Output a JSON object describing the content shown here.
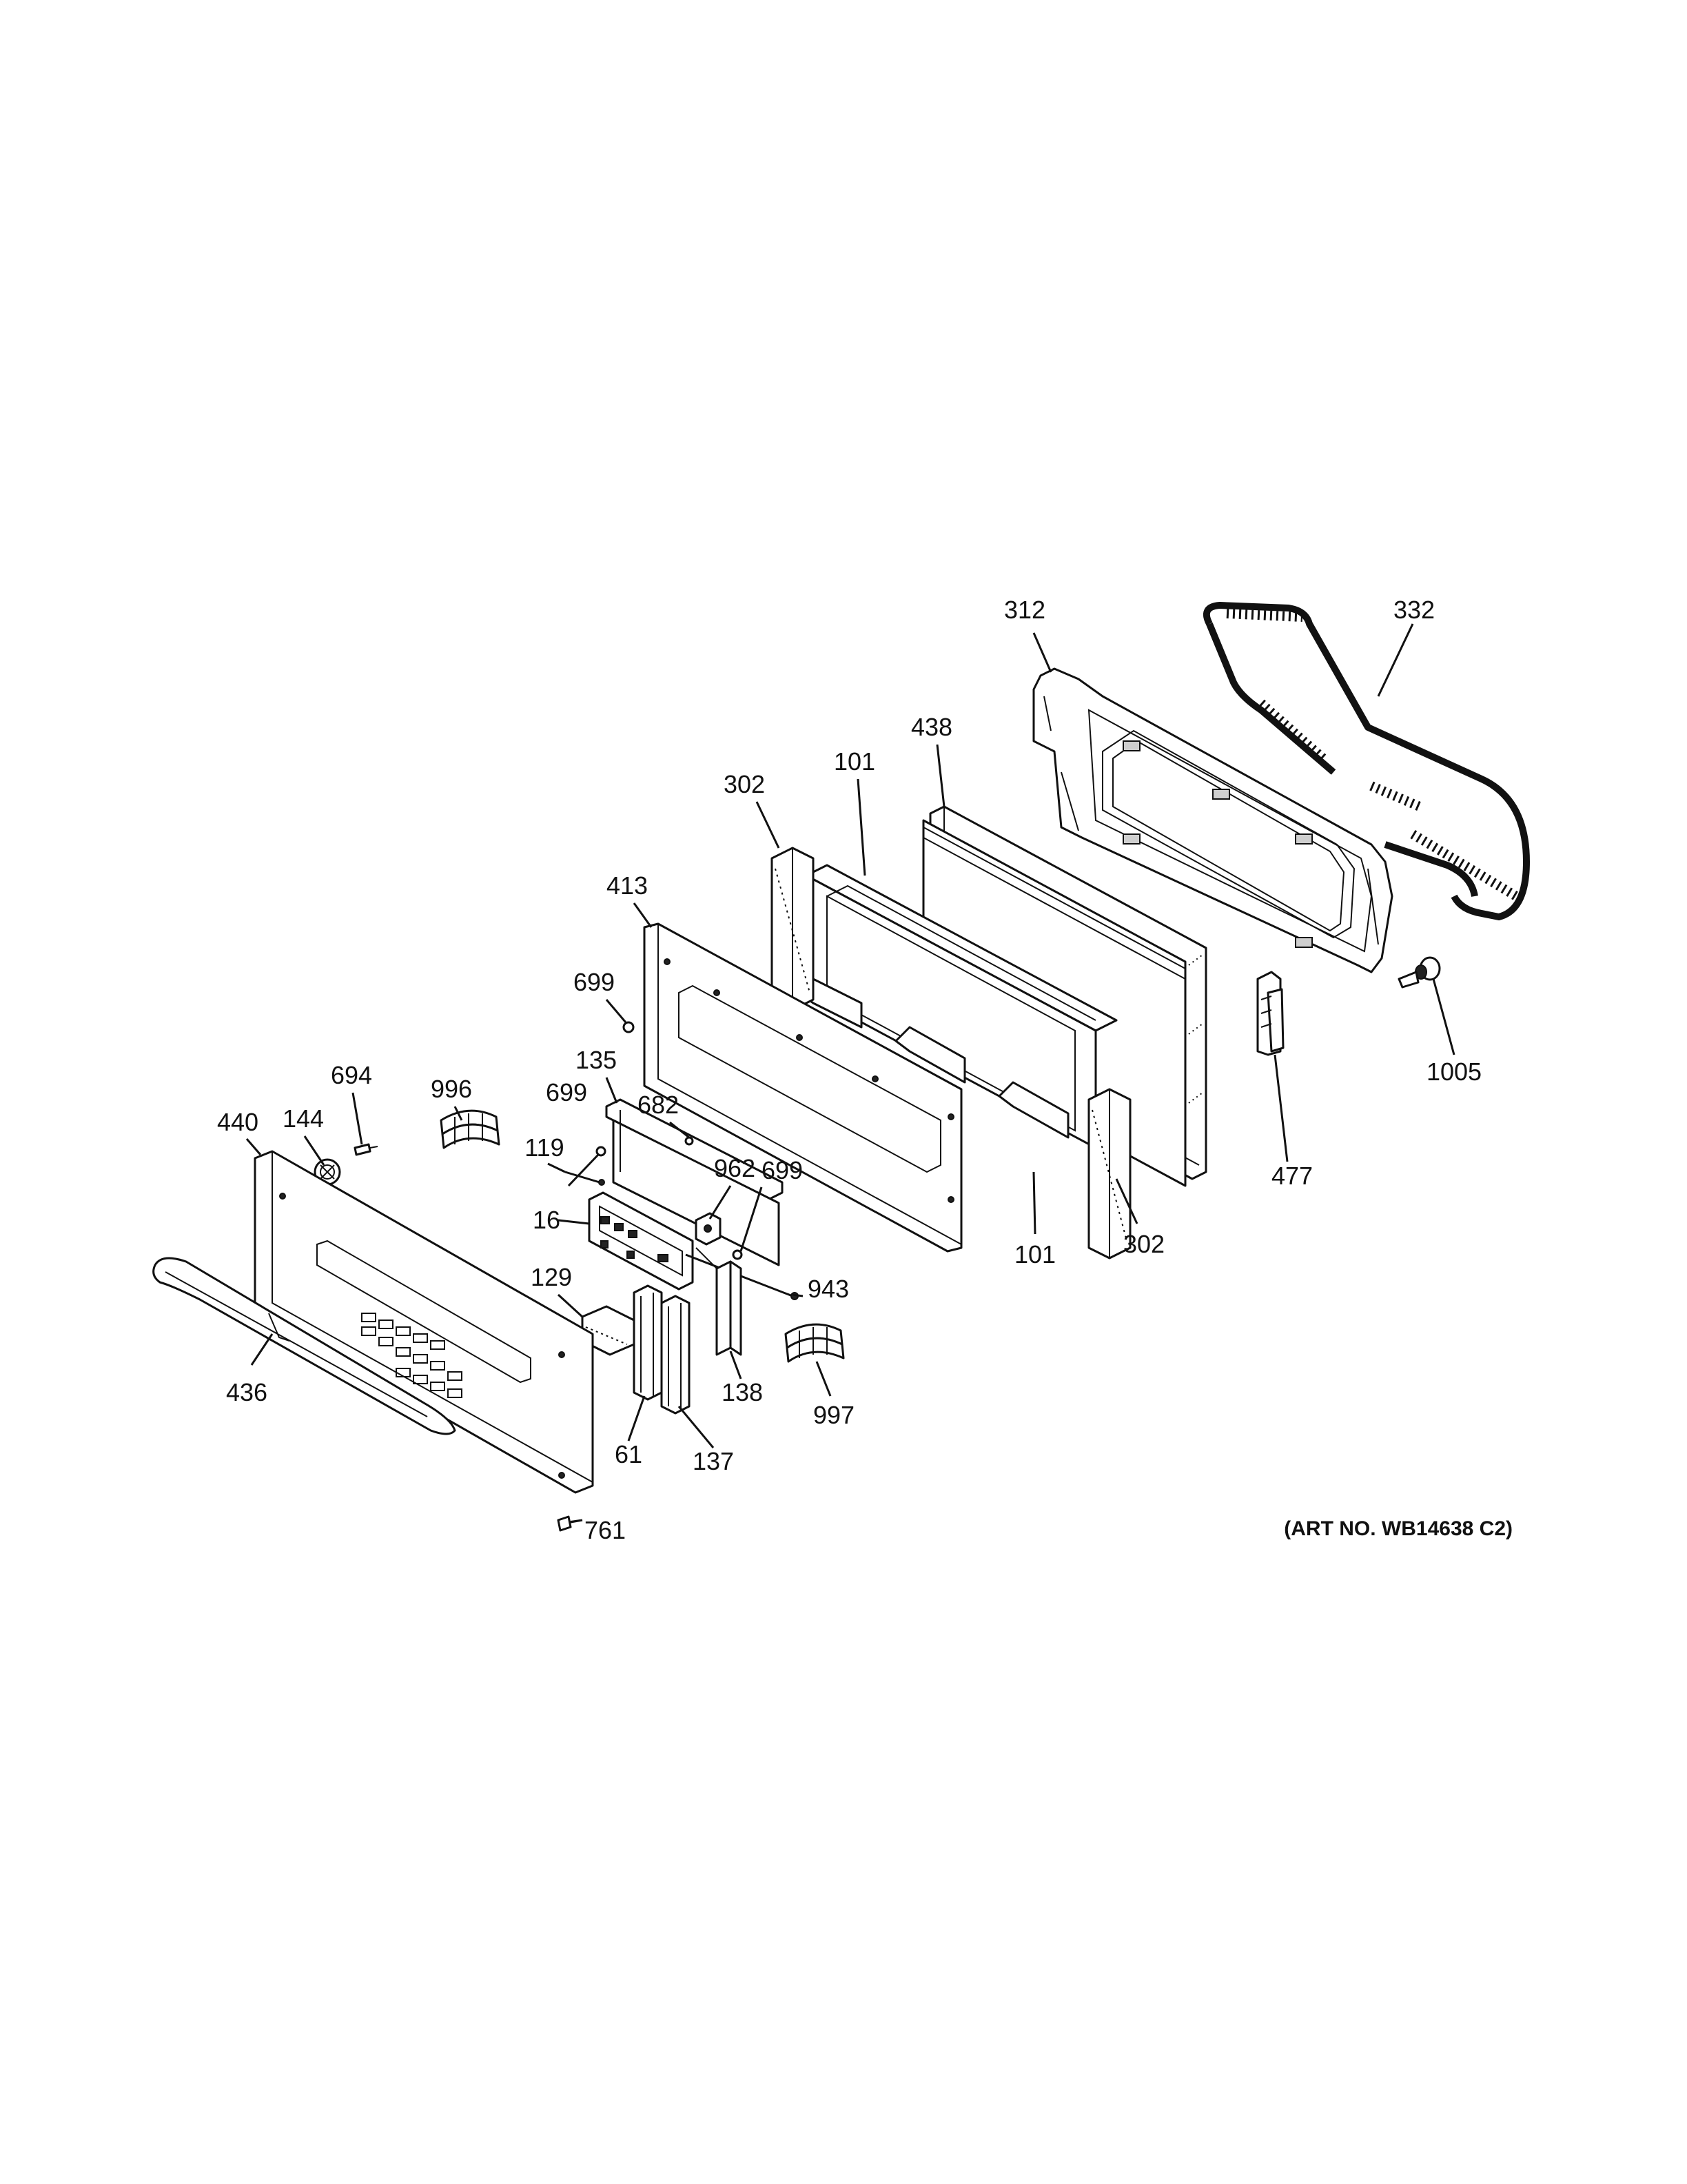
{
  "diagram": {
    "art_number": "(ART NO. WB14638 C2)",
    "callouts": {
      "c312": "312",
      "c332": "332",
      "c438": "438",
      "c302a": "302",
      "c101a": "101",
      "c413": "413",
      "c699a": "699",
      "c135": "135",
      "c694": "694",
      "c996": "996",
      "c699b": "699",
      "c682": "682",
      "c440": "440",
      "c144": "144",
      "c119": "119",
      "c962": "962",
      "c699c": "699",
      "c16": "16",
      "c943": "943",
      "c129": "129",
      "c436": "436",
      "c138": "138",
      "c997": "997",
      "c61": "61",
      "c137": "137",
      "c761": "761",
      "c101b": "101",
      "c302b": "302",
      "c477": "477",
      "c1005": "1005"
    }
  }
}
